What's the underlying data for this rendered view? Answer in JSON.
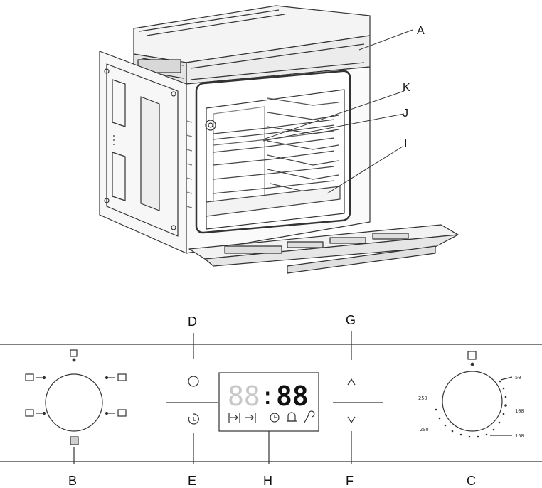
{
  "callouts": {
    "A": "A",
    "K": "K",
    "J": "J",
    "I": "I",
    "B": "B",
    "C": "C",
    "D": "D",
    "E": "E",
    "F": "F",
    "G": "G",
    "H": "H"
  },
  "display": {
    "left_digits": "88",
    "colon": ":",
    "right_digits": "88"
  },
  "temperature_dial": {
    "marks": [
      "50",
      "100",
      "150",
      "200",
      "250"
    ]
  },
  "icons": {
    "D": "circle-button-icon",
    "E": "timer-button-icon",
    "G": "up-arrow-icon",
    "F": "down-arrow-icon",
    "display_row": [
      "duration-icon",
      "end-time-icon",
      "clock-icon",
      "bell-icon",
      "key-icon"
    ]
  },
  "colors": {
    "line": "#333333",
    "display_on": "#111111",
    "display_off": "#c8c8c8"
  }
}
